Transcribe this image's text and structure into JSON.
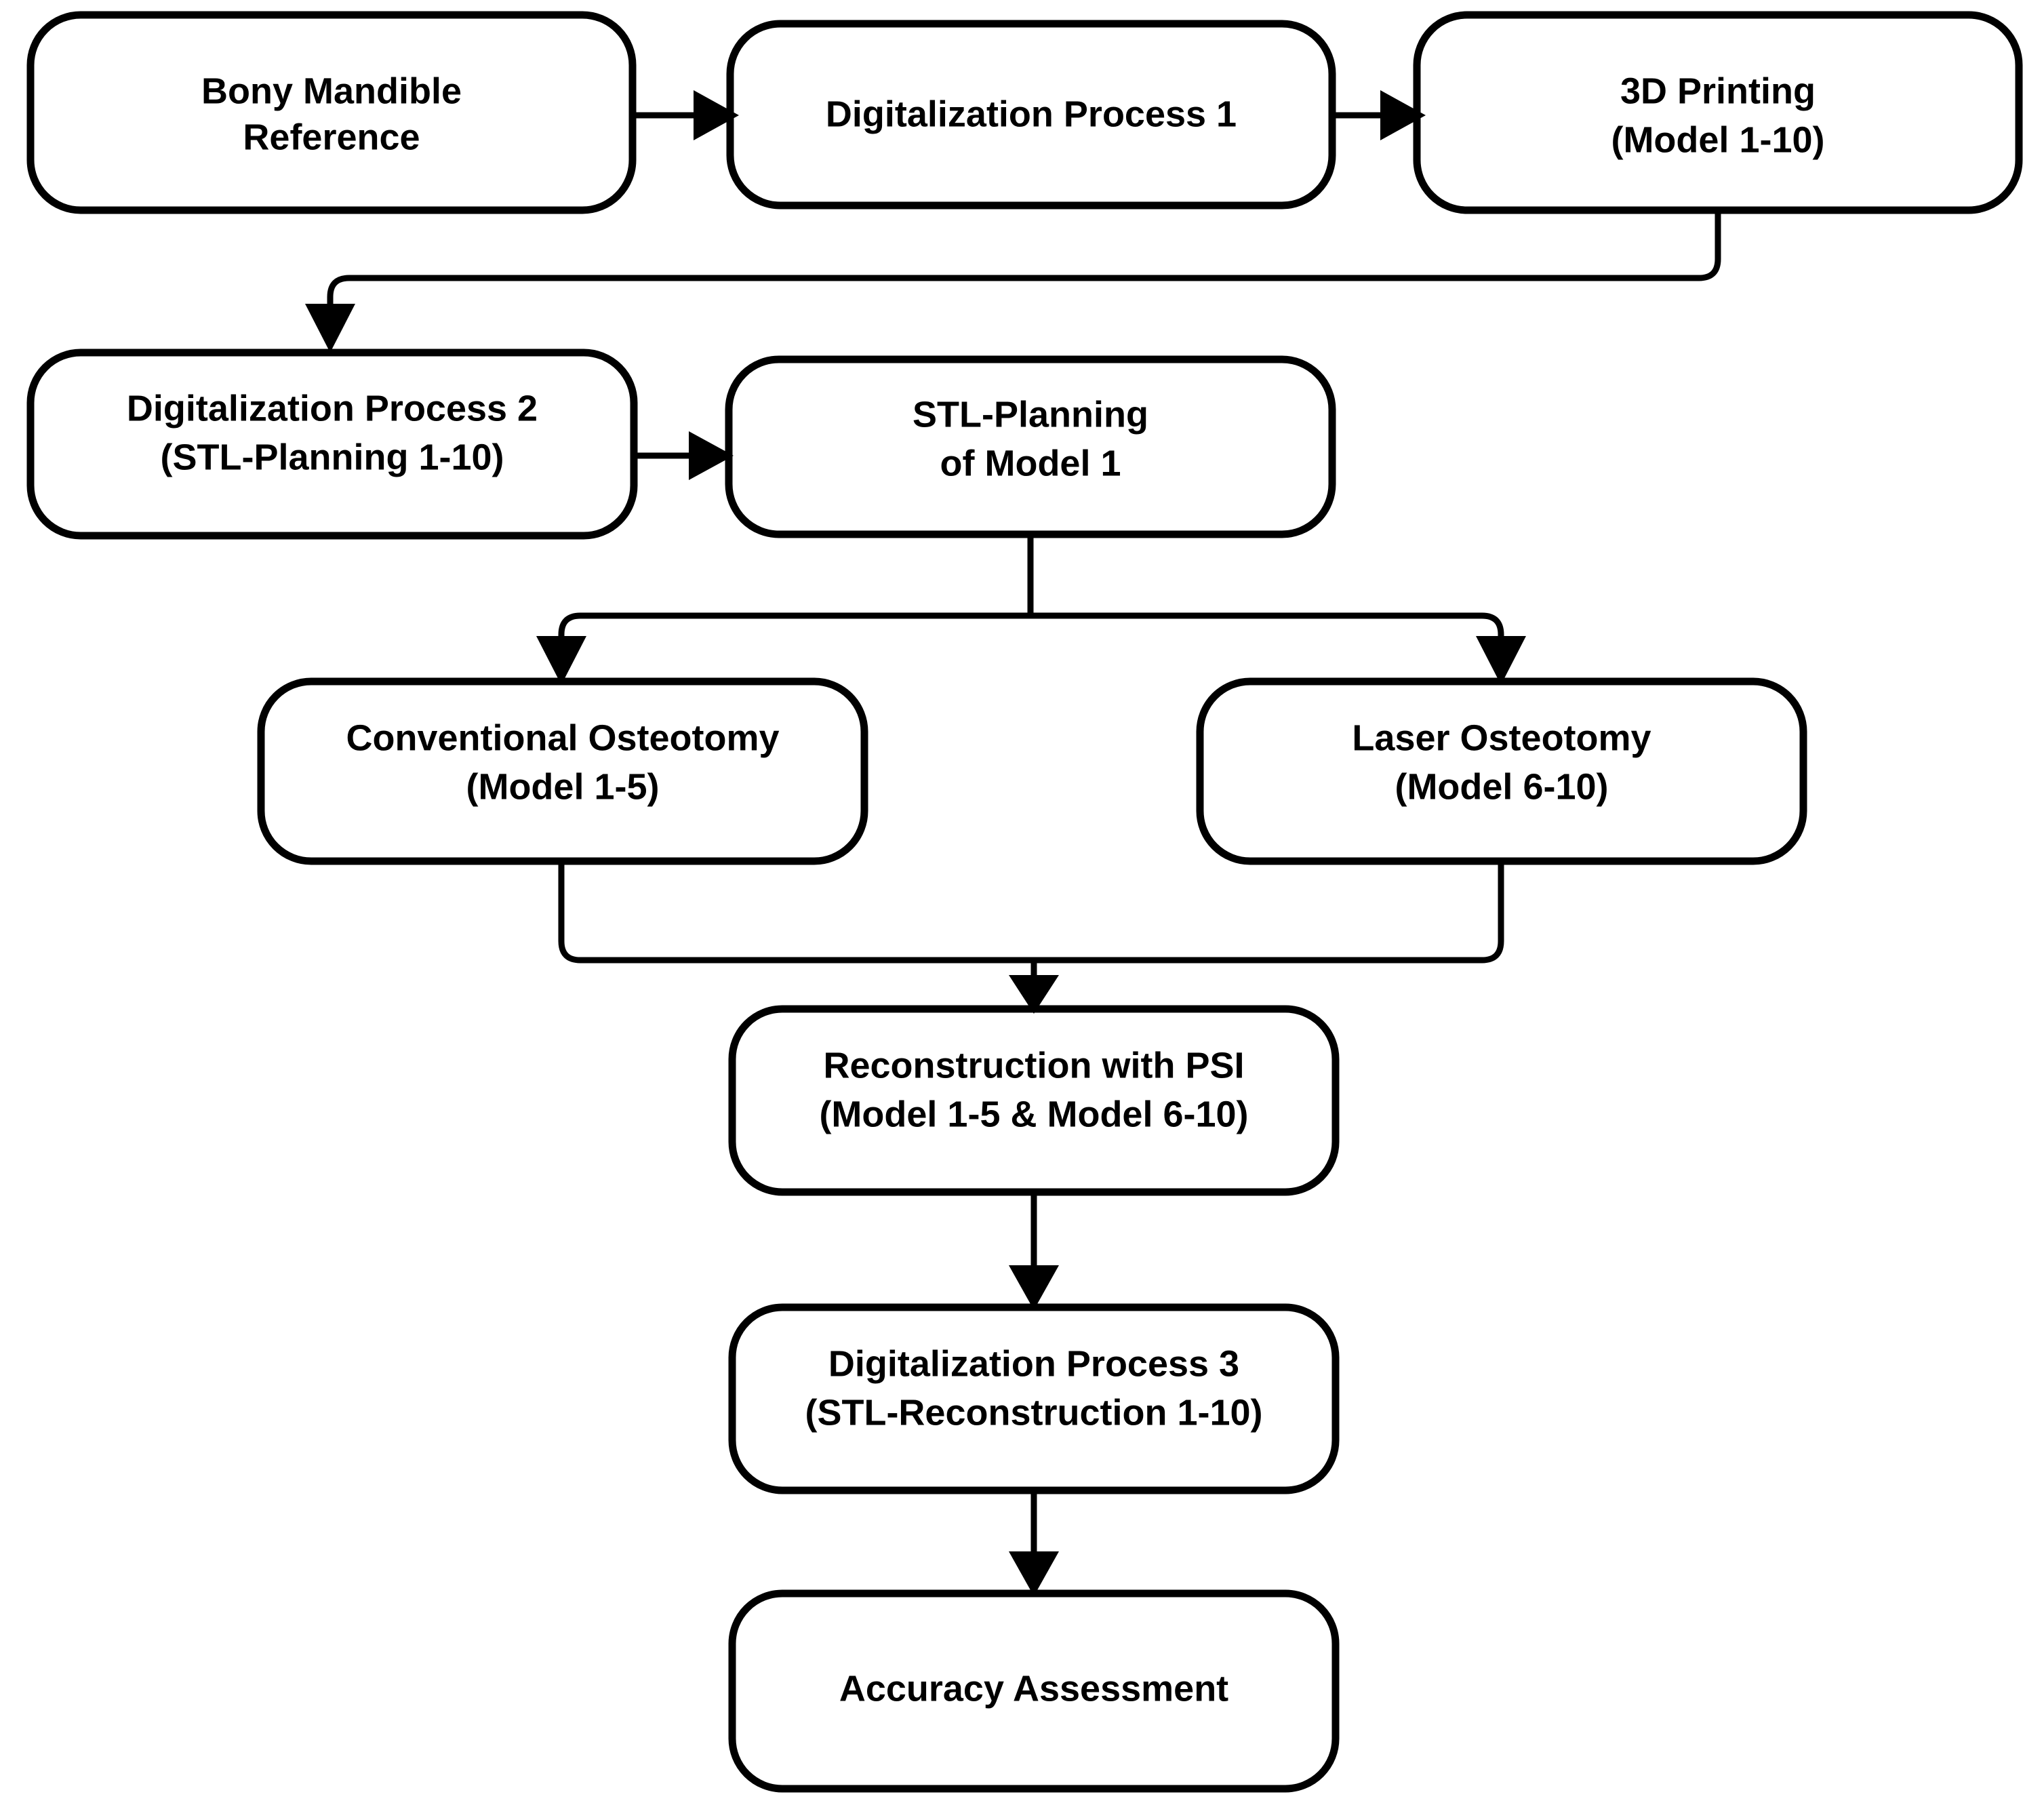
{
  "diagram": {
    "type": "flowchart",
    "orientation": "top-to-bottom",
    "background_color": "#ffffff",
    "line_color": "#000000",
    "node_fill_color": "#ffffff",
    "nodes": [
      {
        "id": "bony-mandible-reference",
        "lines": [
          "Bony Mandible",
          "Reference"
        ],
        "line1": "Bony Mandible",
        "line2": "Reference"
      },
      {
        "id": "digitalization-process-1",
        "lines": [
          "Digitalization Process 1"
        ],
        "line1": "Digitalization Process 1",
        "line2": ""
      },
      {
        "id": "3d-printing",
        "lines": [
          "3D Printing",
          "(Model 1-10)"
        ],
        "line1": "3D Printing",
        "line2": "(Model 1-10)"
      },
      {
        "id": "digitalization-process-2",
        "lines": [
          "Digitalization Process 2",
          "(STL-Planning 1-10)"
        ],
        "line1": "Digitalization Process 2",
        "line2": "(STL-Planning 1-10)"
      },
      {
        "id": "stl-planning-model-1",
        "lines": [
          "STL-Planning",
          "of Model 1"
        ],
        "line1": "STL-Planning",
        "line2": "of Model 1"
      },
      {
        "id": "conventional-osteotomy",
        "lines": [
          "Conventional Osteotomy",
          "(Model 1-5)"
        ],
        "line1": "Conventional Osteotomy",
        "line2": "(Model 1-5)"
      },
      {
        "id": "laser-osteotomy",
        "lines": [
          "Laser Osteotomy",
          "(Model 6-10)"
        ],
        "line1": "Laser Osteotomy",
        "line2": "(Model 6-10)"
      },
      {
        "id": "reconstruction-with-psi",
        "lines": [
          "Reconstruction with PSI",
          "(Model 1-5 & Model 6-10)"
        ],
        "line1": "Reconstruction with PSI",
        "line2": "(Model 1-5 & Model 6-10)"
      },
      {
        "id": "digitalization-process-3",
        "lines": [
          "Digitalization Process 3",
          "(STL-Reconstruction 1-10)"
        ],
        "line1": "Digitalization Process 3",
        "line2": "(STL-Reconstruction 1-10)"
      },
      {
        "id": "accuracy-assessment",
        "lines": [
          "Accuracy Assessment"
        ],
        "line1": "Accuracy Assessment",
        "line2": ""
      }
    ],
    "edges": [
      {
        "from": "bony-mandible-reference",
        "to": "digitalization-process-1",
        "style": "straight-horizontal"
      },
      {
        "from": "digitalization-process-1",
        "to": "3d-printing",
        "style": "straight-horizontal"
      },
      {
        "from": "3d-printing",
        "to": "digitalization-process-2",
        "style": "orthogonal-wrap"
      },
      {
        "from": "digitalization-process-2",
        "to": "stl-planning-model-1",
        "style": "straight-horizontal"
      },
      {
        "from": "stl-planning-model-1",
        "to": "conventional-osteotomy",
        "style": "split-left"
      },
      {
        "from": "stl-planning-model-1",
        "to": "laser-osteotomy",
        "style": "split-right"
      },
      {
        "from": "conventional-osteotomy",
        "to": "reconstruction-with-psi",
        "style": "merge-left"
      },
      {
        "from": "laser-osteotomy",
        "to": "reconstruction-with-psi",
        "style": "merge-right"
      },
      {
        "from": "reconstruction-with-psi",
        "to": "digitalization-process-3",
        "style": "straight-vertical"
      },
      {
        "from": "digitalization-process-3",
        "to": "accuracy-assessment",
        "style": "straight-vertical"
      }
    ]
  }
}
